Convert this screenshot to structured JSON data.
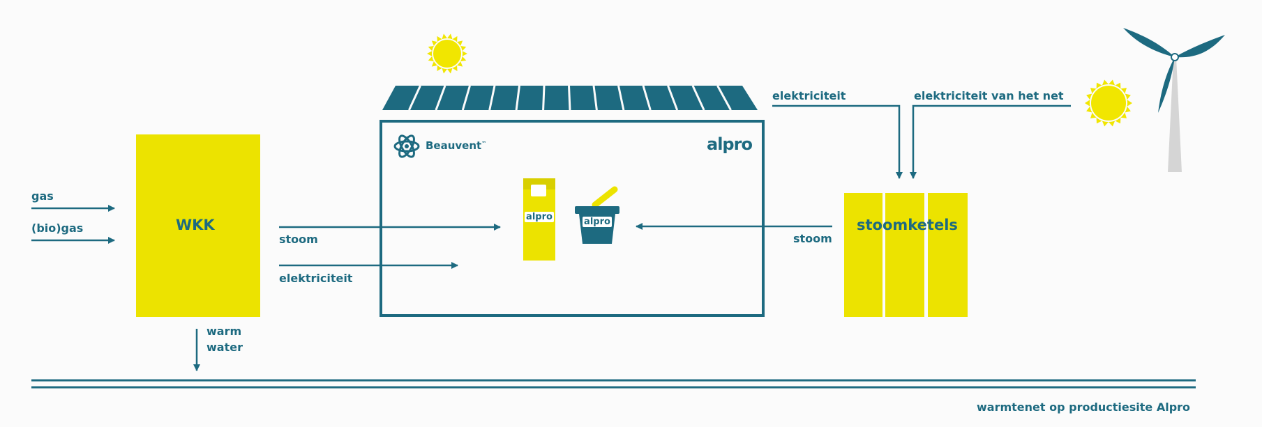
{
  "inputs": {
    "gas": "gas",
    "biogas": "(bio)gas"
  },
  "wkk": {
    "title": "WKK",
    "output_steam": "stoom",
    "output_electricity": "elektriciteit",
    "output_warm_water_line1": "warm",
    "output_warm_water_line2": "water"
  },
  "factory": {
    "partner_brand": "Beauvent",
    "partner_mark": "™",
    "brand": "alpro",
    "carton_logo": "alpro",
    "cup_logo": "alpro"
  },
  "boilers": {
    "title": "stoomketels",
    "output_steam": "stoom",
    "input_electricity": "elektriciteit",
    "input_grid_electricity": "elektriciteit van het net"
  },
  "heat_network": {
    "label": "warmtenet op productiesite Alpro"
  },
  "colors": {
    "teal": "#1d6a80",
    "yellow": "#ece300",
    "sun": "#f1e600",
    "background": "#fbfbfb"
  }
}
